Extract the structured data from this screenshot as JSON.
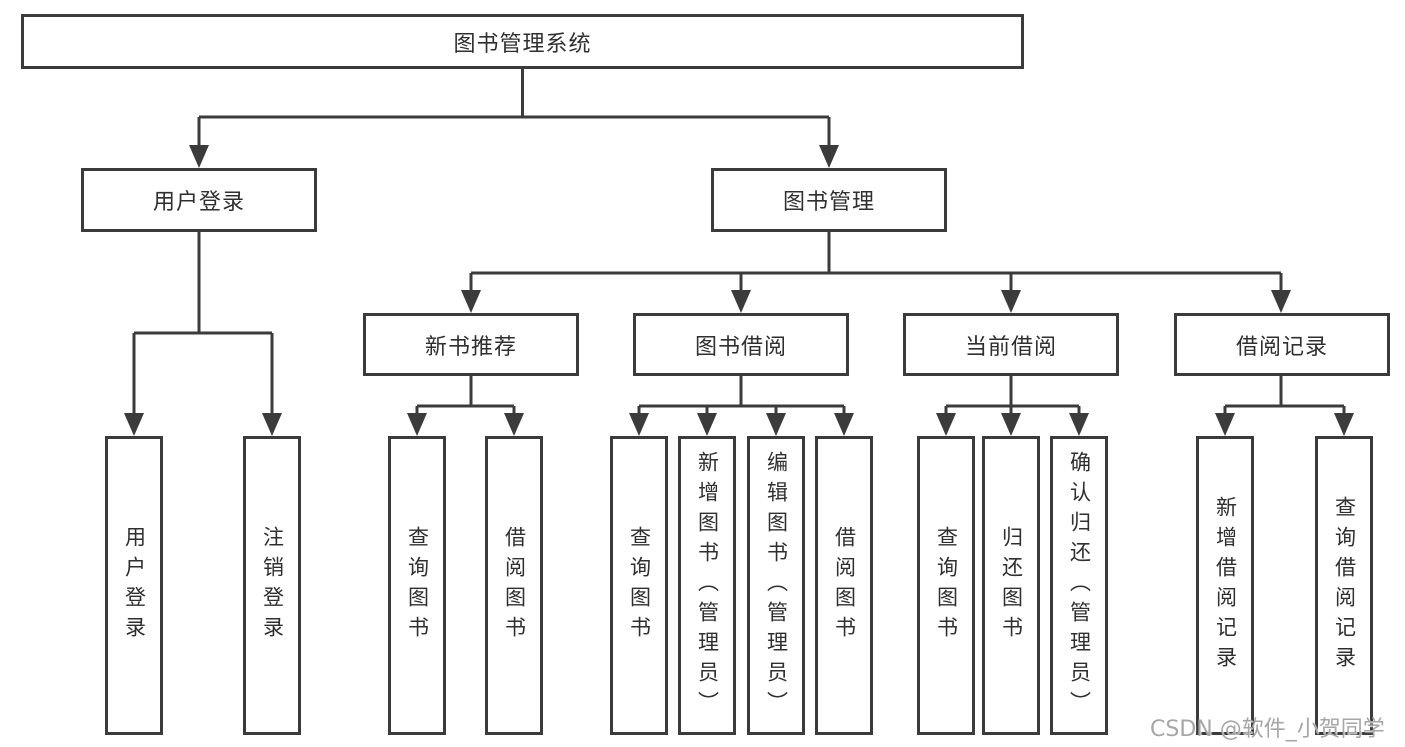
{
  "diagram": {
    "root": {
      "label": "图书管理系统"
    },
    "level2": [
      {
        "label": "用户登录"
      },
      {
        "label": "图书管理"
      }
    ],
    "level3": [
      {
        "label": "新书推荐",
        "parent": "图书管理"
      },
      {
        "label": "图书借阅",
        "parent": "图书管理"
      },
      {
        "label": "当前借阅",
        "parent": "图书管理"
      },
      {
        "label": "借阅记录",
        "parent": "图书管理"
      }
    ],
    "leaves": [
      {
        "label": "用户登录",
        "parent": "用户登录"
      },
      {
        "label": "注销登录",
        "parent": "用户登录"
      },
      {
        "label": "查询图书",
        "parent": "新书推荐"
      },
      {
        "label": "借阅图书",
        "parent": "新书推荐"
      },
      {
        "label": "查询图书",
        "parent": "图书借阅"
      },
      {
        "label": "新增图书（管理员）",
        "parent": "图书借阅"
      },
      {
        "label": "编辑图书（管理员）",
        "parent": "图书借阅"
      },
      {
        "label": "借阅图书",
        "parent": "图书借阅"
      },
      {
        "label": "查询图书",
        "parent": "当前借阅"
      },
      {
        "label": "归还图书",
        "parent": "当前借阅"
      },
      {
        "label": "确认归还（管理员）",
        "parent": "当前借阅"
      },
      {
        "label": "新增借阅记录",
        "parent": "借阅记录"
      },
      {
        "label": "查询借阅记录",
        "parent": "借阅记录"
      }
    ]
  },
  "watermark": {
    "text": "CSDN @软件_小贺同学"
  },
  "colors": {
    "line": "#3b3b3b",
    "box_border": "#3b3b3b",
    "text": "#2f2f2f",
    "background": "#ffffff",
    "watermark": "#a6a6a6"
  }
}
